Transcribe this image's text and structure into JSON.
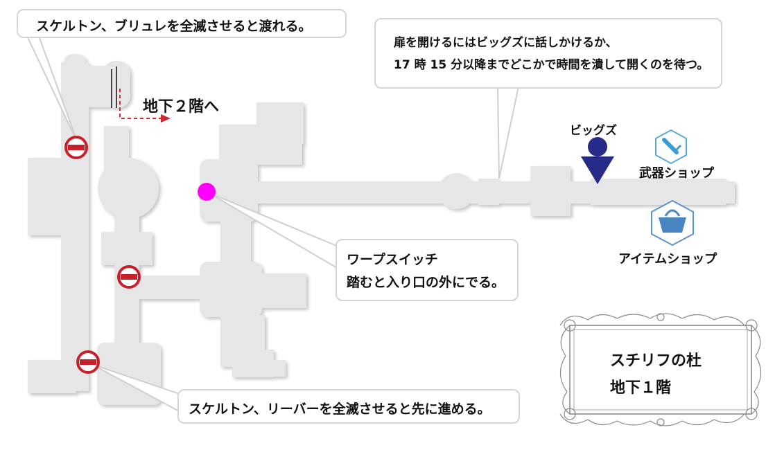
{
  "callouts": {
    "top_left": "スケルトン、ブリュレを全滅させると渡れる。",
    "top_right": [
      "扉を開けるにはビッグズに話しかけるか、",
      "17 時 15 分以降までどこかで時間を潰して開くのを待つ。"
    ],
    "warp": [
      "ワープスイッチ",
      "踏むと入り口の外にでる。"
    ],
    "bottom": "スケルトン、リーバーを全滅させると先に進める。"
  },
  "labels": {
    "to_b2": "地下２階へ",
    "biggs": "ビッグズ",
    "weapon_shop": "武器ショップ",
    "item_shop": "アイテムショップ"
  },
  "title_plate": {
    "name": "スチリフの杜",
    "floor": "地下１階"
  },
  "icons": {
    "enemy_marker": "no-entry-circle-icon",
    "warp_switch": "magenta-dot-icon",
    "biggs_marker": "person-pin-icon",
    "weapon_shop": "sword-hexagon-icon",
    "item_shop": "basket-hexagon-icon"
  },
  "colors": {
    "floor": "#e6e6e6",
    "enemy": "#c8202a",
    "warp": "#ff00ff",
    "biggs": "#262b8a",
    "weapon_icon": "#3b9bd4",
    "item_icon": "#4a86c4",
    "route_arrow": "#d0282e"
  }
}
